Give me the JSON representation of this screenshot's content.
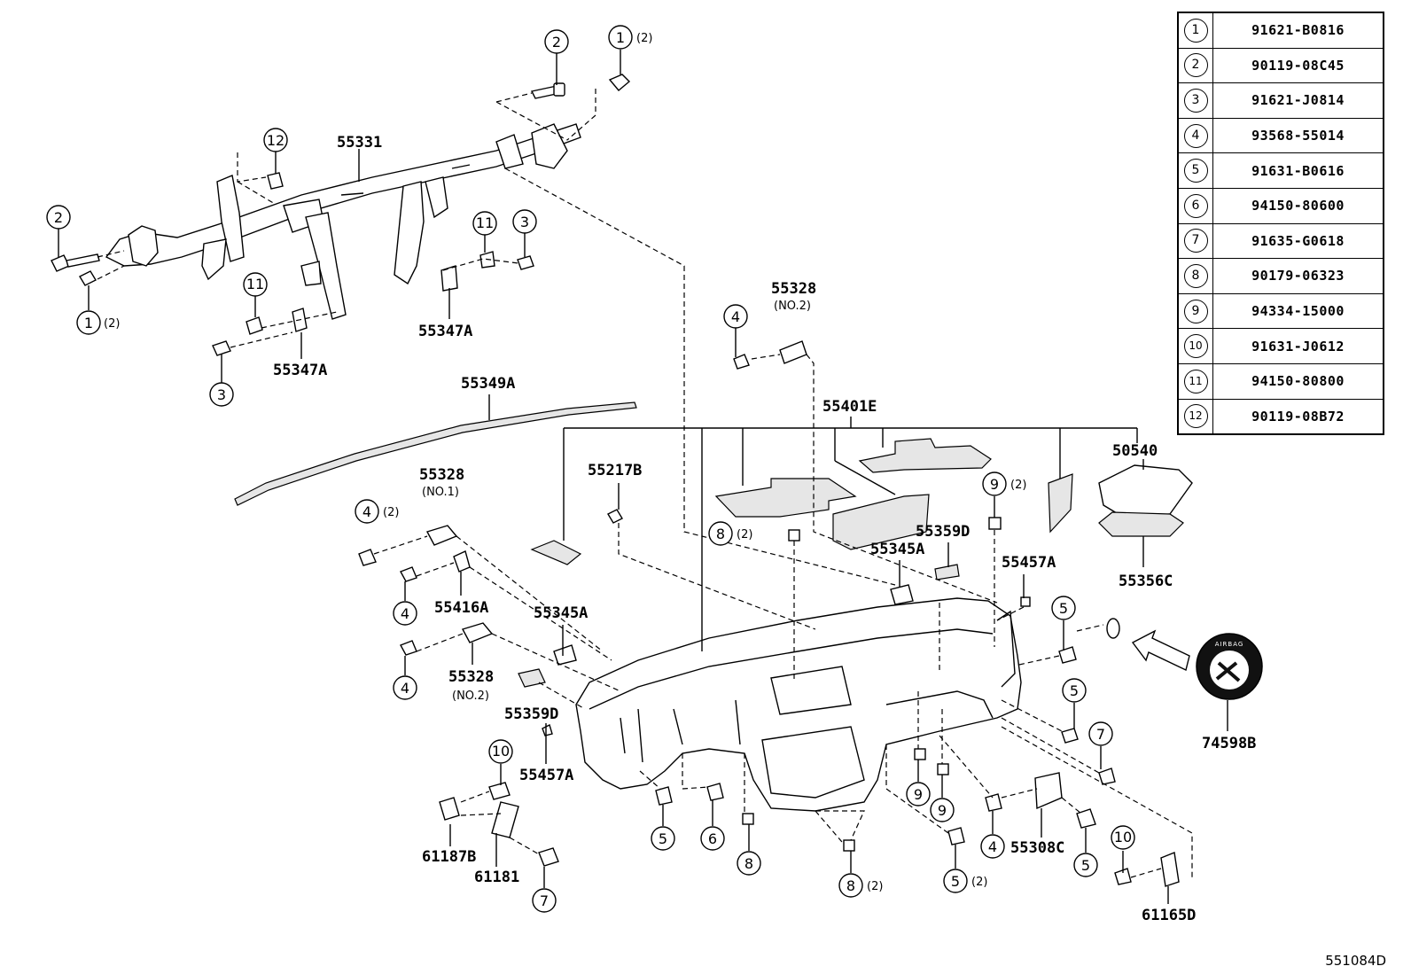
{
  "parts_table": [
    {
      "key": "1",
      "part_number": "91621-B0816"
    },
    {
      "key": "2",
      "part_number": "90119-08C45"
    },
    {
      "key": "3",
      "part_number": "91621-J0814"
    },
    {
      "key": "4",
      "part_number": "93568-55014"
    },
    {
      "key": "5",
      "part_number": "91631-B0616"
    },
    {
      "key": "6",
      "part_number": "94150-80600"
    },
    {
      "key": "7",
      "part_number": "91635-G0618"
    },
    {
      "key": "8",
      "part_number": "90179-06323"
    },
    {
      "key": "9",
      "part_number": "94334-15000"
    },
    {
      "key": "10",
      "part_number": "91631-J0612"
    },
    {
      "key": "11",
      "part_number": "94150-80800"
    },
    {
      "key": "12",
      "part_number": "90119-08B72"
    }
  ],
  "part_labels": {
    "p55331": "55331",
    "p55347a_1": "55347A",
    "p55347a_2": "55347A",
    "p55349a": "55349A",
    "p55328_top": "55328",
    "p55328_top_sub": "(NO.2)",
    "p55401e": "55401E",
    "p50540": "50540",
    "p55356c": "55356C",
    "p55328_no1": "55328",
    "p55328_no1_sub": "(NO.1)",
    "p55217b": "55217B",
    "p55359d_1": "55359D",
    "p55345a_1": "55345A",
    "p55457a_1": "55457A",
    "p55416a": "55416A",
    "p55345a_2": "55345A",
    "p55328_no2": "55328",
    "p55328_no2_sub": "(NO.2)",
    "p55359d_2": "55359D",
    "p55457a_2": "55457A",
    "p74598b": "74598B",
    "p55308c": "55308C",
    "p61187b": "61187B",
    "p61181": "61181",
    "p61165d": "61165D"
  },
  "callouts": {
    "c_top_2": "2",
    "c_top_1": "1",
    "c_top_1_mult": "(2)",
    "c_12": "12",
    "c_left_2": "2",
    "c_left_1": "1",
    "c_left_1_mult": "(2)",
    "c_11_a": "11",
    "c_3_a": "3",
    "c_11_b": "11",
    "c_3_b": "3",
    "c_4_top": "4",
    "c_4_no1": "4",
    "c_4_no1_mult": "(2)",
    "c_4_mid": "4",
    "c_4_low": "4",
    "c_8_top": "8",
    "c_8_top_mult": "(2)",
    "c_9_top": "9",
    "c_9_top_mult": "(2)",
    "c_5_right": "5",
    "c_5_right2": "5",
    "c_7_right": "7",
    "c_10_left": "10",
    "c_7_left": "7",
    "c_5_bot": "5",
    "c_6_bot": "6",
    "c_8_bot": "8",
    "c_8_bot2": "8",
    "c_8_bot2_mult": "(2)",
    "c_9_bot_a": "9",
    "c_9_bot_b": "9",
    "c_5_bot2": "5",
    "c_5_bot2_mult": "(2)",
    "c_4_bot": "4",
    "c_5_bot3": "5",
    "c_10_bot": "10"
  },
  "icon_label": "AIRBAG",
  "reference_code": "551084D"
}
